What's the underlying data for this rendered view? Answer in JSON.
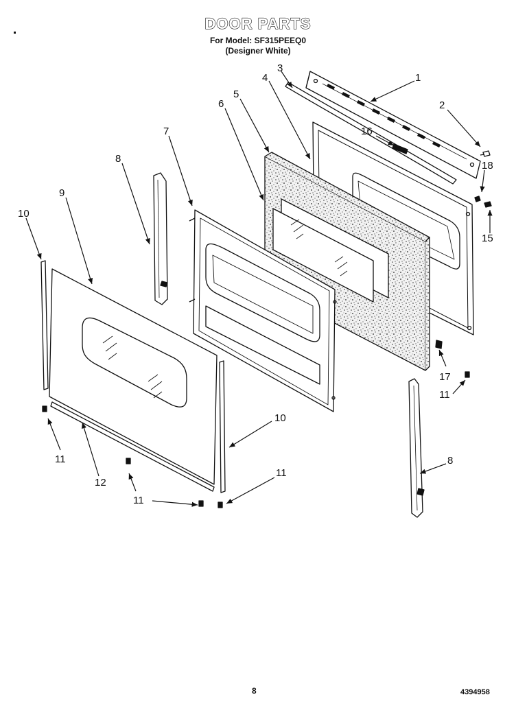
{
  "header": {
    "title": "DOOR PARTS",
    "model_line": "For Model: SF315PEEQ0",
    "variant_line": "(Designer White)"
  },
  "callouts": [
    {
      "id": "c1",
      "label": "1"
    },
    {
      "id": "c2",
      "label": "2"
    },
    {
      "id": "c3",
      "label": "3"
    },
    {
      "id": "c4",
      "label": "4"
    },
    {
      "id": "c5",
      "label": "5"
    },
    {
      "id": "c6",
      "label": "6"
    },
    {
      "id": "c7",
      "label": "7"
    },
    {
      "id": "c8a",
      "label": "8"
    },
    {
      "id": "c8b",
      "label": "8"
    },
    {
      "id": "c9",
      "label": "9"
    },
    {
      "id": "c10a",
      "label": "10"
    },
    {
      "id": "c10b",
      "label": "10"
    },
    {
      "id": "c11a",
      "label": "11"
    },
    {
      "id": "c11b",
      "label": "11"
    },
    {
      "id": "c11c",
      "label": "11"
    },
    {
      "id": "c11d",
      "label": "11"
    },
    {
      "id": "c12",
      "label": "12"
    },
    {
      "id": "c15",
      "label": "15"
    },
    {
      "id": "c16",
      "label": "16"
    },
    {
      "id": "c17",
      "label": "17"
    },
    {
      "id": "c18",
      "label": "18"
    }
  ],
  "footer": {
    "page_number": "8",
    "document_code": "4394958"
  }
}
